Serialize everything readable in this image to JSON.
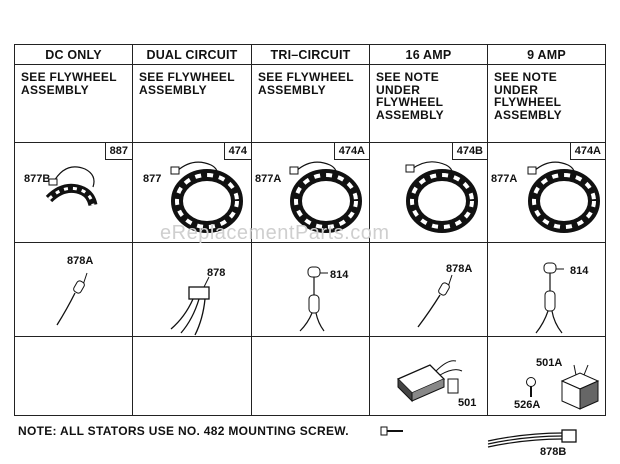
{
  "columns": [
    {
      "header": "DC ONLY",
      "note": [
        "SEE FLYWHEEL",
        "ASSEMBLY"
      ],
      "stator_tag": "887",
      "stator_label": "877B",
      "lead_label": "878A"
    },
    {
      "header": "DUAL CIRCUIT",
      "note": [
        "SEE FLYWHEEL",
        "ASSEMBLY"
      ],
      "stator_tag": "474",
      "stator_label": "877",
      "lead_label": "878"
    },
    {
      "header": "TRI–CIRCUIT",
      "note": [
        "SEE FLYWHEEL",
        "ASSEMBLY"
      ],
      "stator_tag": "474A",
      "stator_label": "877A",
      "lead_label": "814"
    },
    {
      "header": "16 AMP",
      "note": [
        "SEE NOTE",
        "UNDER",
        "FLYWHEEL",
        "ASSEMBLY"
      ],
      "stator_tag": "474B",
      "stator_label": "",
      "lead_label": "878A"
    },
    {
      "header": "9 AMP",
      "note": [
        "SEE NOTE",
        "UNDER",
        "FLYWHEEL",
        "ASSEMBLY"
      ],
      "stator_tag": "474A",
      "stator_label": "877A",
      "lead_label": "814"
    }
  ],
  "regulators": {
    "col4_label": "501",
    "col5_label": "501A",
    "col5_screw_label": "526A",
    "extra_harness_label": "878B"
  },
  "footnote": "NOTE: ALL STATORS USE NO. 482 MOUNTING SCREW.",
  "watermark": "eReplacementParts.com"
}
